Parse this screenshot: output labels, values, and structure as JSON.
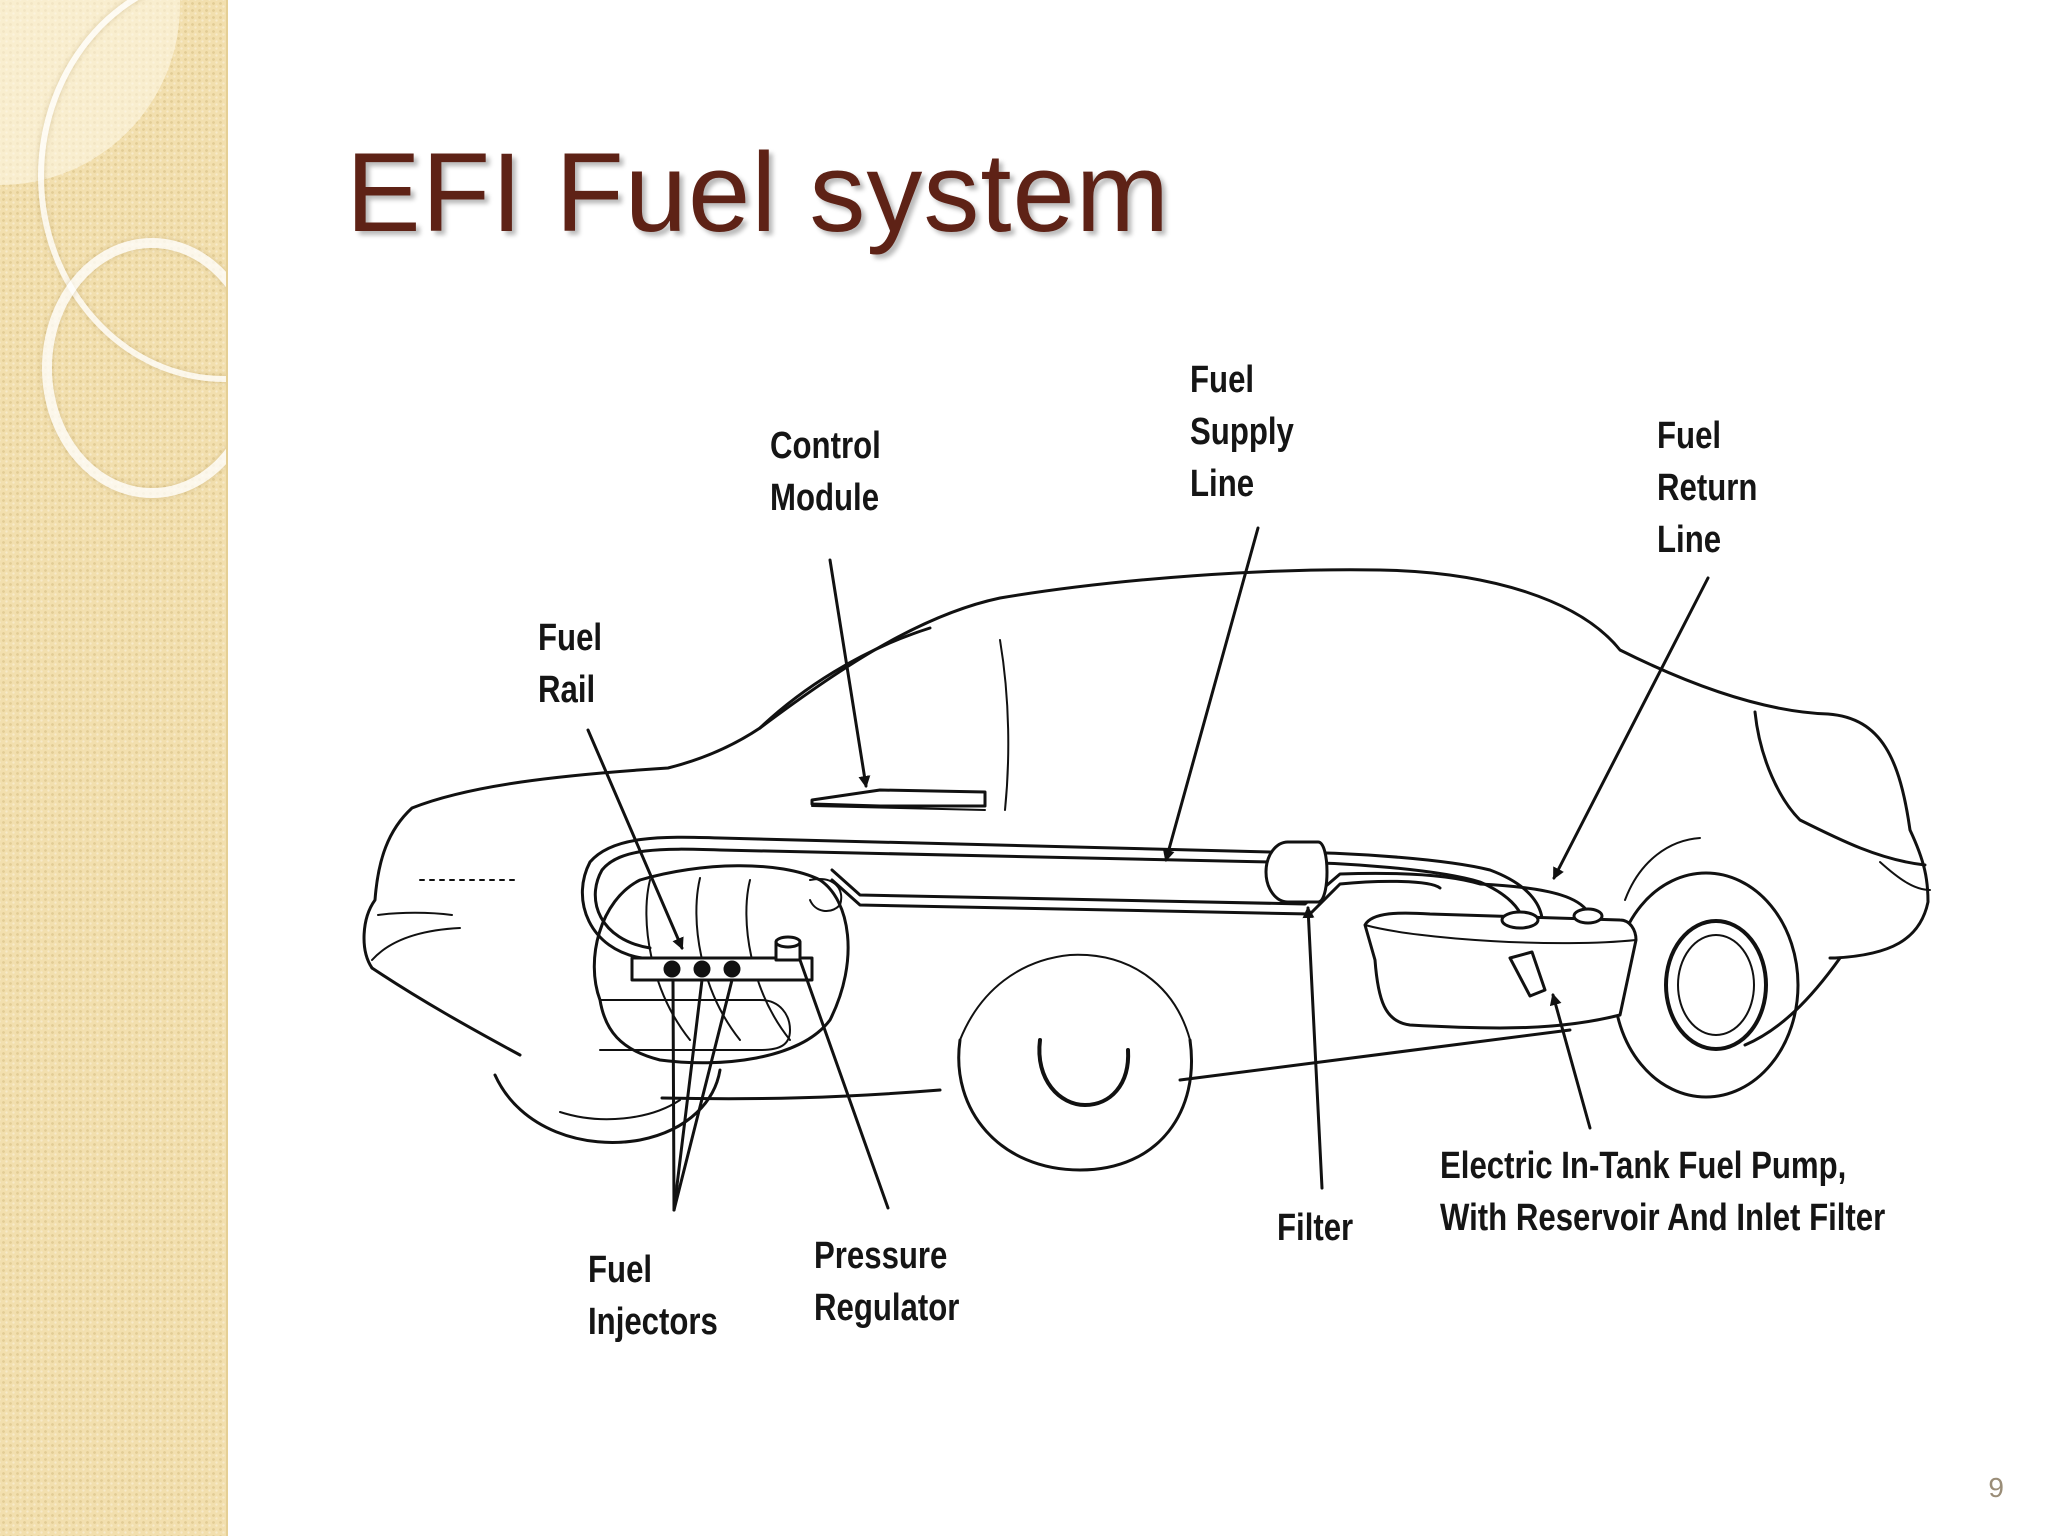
{
  "slide": {
    "title": "EFI Fuel system",
    "page_number": "9"
  },
  "diagram": {
    "labels": {
      "control_module": [
        "Control",
        "Module"
      ],
      "fuel_supply_line": [
        "Fuel",
        "Supply",
        "Line"
      ],
      "fuel_return_line": [
        "Fuel",
        "Return",
        "Line"
      ],
      "fuel_rail": [
        "Fuel",
        "Rail"
      ],
      "fuel_injectors": [
        "Fuel",
        "Injectors"
      ],
      "pressure_regulator": [
        "Pressure",
        "Regulator"
      ],
      "filter": [
        "Filter"
      ],
      "fuel_pump": [
        "Electric In-Tank Fuel Pump,",
        "With Reservoir And Inlet Filter"
      ]
    }
  }
}
